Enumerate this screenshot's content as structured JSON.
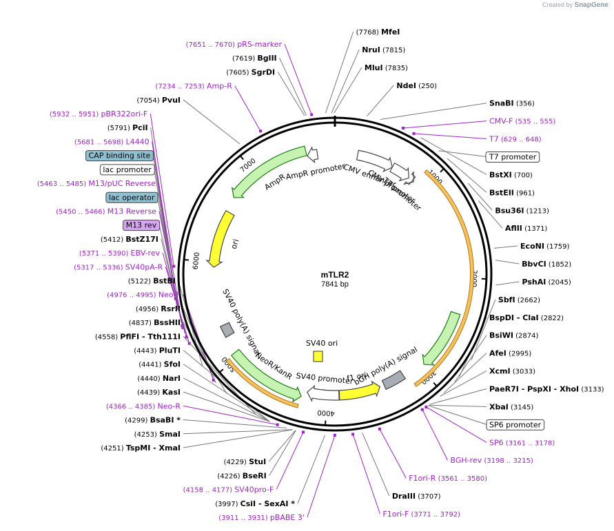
{
  "credit": {
    "prefix": "Created by",
    "brand": "SnapGene"
  },
  "plasmid": {
    "name": "mTLR2",
    "size_label": "7841 bp",
    "length": 7841
  },
  "ticks": [
    {
      "label": "1000",
      "pos": 1000
    },
    {
      "label": "2000",
      "pos": 2000
    },
    {
      "label": "3000",
      "pos": 3000
    },
    {
      "label": "4000",
      "pos": 4000
    },
    {
      "label": "5000",
      "pos": 5000
    },
    {
      "label": "6000",
      "pos": 6000
    },
    {
      "label": "7000",
      "pos": 7000
    }
  ],
  "features": [
    {
      "label": "CMV enhancer",
      "start": 235,
      "end": 614,
      "color": "#ffffff",
      "arrow": "cw"
    },
    {
      "label": "CMV promoter",
      "start": 615,
      "end": 818,
      "color": "#ffffff",
      "arrow": "cw"
    },
    {
      "label": "T7 promoter",
      "start": 863,
      "end": 881,
      "color": "#ffffff",
      "arrow": "cw"
    },
    {
      "label": "",
      "start": 900,
      "end": 3140,
      "color": "#f5c160",
      "arrow": "none"
    },
    {
      "label": "",
      "start": 2350,
      "end": 2950,
      "color": "#c6f2b2",
      "arrow": "cw"
    },
    {
      "label": "bGH poly(A) signal",
      "start": 3180,
      "end": 3400,
      "color": "#a7adb3",
      "arrow": "none"
    },
    {
      "label": "f1 ori",
      "start": 3446,
      "end": 3874,
      "color": "#ffff33",
      "arrow": "ccw"
    },
    {
      "label": "SV40 promoter",
      "start": 3879,
      "end": 4208,
      "color": "#ffffff",
      "arrow": "cw"
    },
    {
      "label": "NeoR/KanR",
      "start": 4256,
      "end": 5050,
      "color": "#c6f2b2",
      "arrow": "ccw"
    },
    {
      "label": "",
      "start": 4260,
      "end": 5040,
      "color": "#f5c160",
      "arrow": "none"
    },
    {
      "label": "SV40 poly(A) signal",
      "start": 5224,
      "end": 5345,
      "color": "#a7adb3",
      "arrow": "none"
    },
    {
      "label": "ori",
      "start": 5951,
      "end": 6540,
      "color": "#ffff33",
      "arrow": "ccw"
    },
    {
      "label": "AmpR",
      "start": 6690,
      "end": 7550,
      "color": "#c6f2b2",
      "arrow": "ccw"
    },
    {
      "label": "AmpR promoter",
      "start": 7555,
      "end": 7660,
      "color": "#ffffff",
      "arrow": "ccw"
    }
  ],
  "center_features": [
    {
      "label": "SV40 ori",
      "color": "#ffff33"
    }
  ],
  "labels_right": [
    {
      "pre": "(7768)",
      "name": "MfeI",
      "post": "",
      "pos": 7768,
      "type": "enzyme"
    },
    {
      "pre": "",
      "name": "NruI",
      "post": "(7815)",
      "pos": 7815,
      "type": "enzyme"
    },
    {
      "pre": "",
      "name": "MluI",
      "post": "(7835)",
      "pos": 7835,
      "type": "enzyme"
    },
    {
      "pre": "",
      "name": "NdeI",
      "post": "(250)",
      "pos": 250,
      "type": "enzyme"
    },
    {
      "pre": "",
      "name": "SnaBI",
      "post": "(356)",
      "pos": 356,
      "type": "enzyme"
    },
    {
      "pre": "",
      "name": "CMV-F",
      "post": "(535 .. 555)",
      "pos": 545,
      "type": "primer"
    },
    {
      "pre": "",
      "name": "T7",
      "post": "(629 .. 648)",
      "pos": 638,
      "type": "primer"
    },
    {
      "pre": "",
      "name": "T7 promoter",
      "post": "",
      "pos": 872,
      "type": "feature"
    },
    {
      "pre": "",
      "name": "BstXI",
      "post": "(700)",
      "pos": 700,
      "type": "enzyme"
    },
    {
      "pre": "",
      "name": "BstEII",
      "post": "(961)",
      "pos": 961,
      "type": "enzyme"
    },
    {
      "pre": "",
      "name": "Bsu36I",
      "post": "(1213)",
      "pos": 1213,
      "type": "enzyme"
    },
    {
      "pre": "",
      "name": "AflII",
      "post": "(1371)",
      "pos": 1371,
      "type": "enzyme"
    },
    {
      "pre": "",
      "name": "EcoNI",
      "post": "(1759)",
      "pos": 1759,
      "type": "enzyme"
    },
    {
      "pre": "",
      "name": "BbvCI",
      "post": "(1852)",
      "pos": 1852,
      "type": "enzyme"
    },
    {
      "pre": "",
      "name": "PshAI",
      "post": "(2045)",
      "pos": 2045,
      "type": "enzyme"
    },
    {
      "pre": "",
      "name": "SbfI",
      "post": "(2662)",
      "pos": 2662,
      "type": "enzyme"
    },
    {
      "pre": "",
      "name": "BspDI - ClaI",
      "post": "(2822)",
      "pos": 2822,
      "type": "enzyme"
    },
    {
      "pre": "",
      "name": "BsiWI",
      "post": "(2874)",
      "pos": 2874,
      "type": "enzyme"
    },
    {
      "pre": "",
      "name": "AfeI",
      "post": "(2995)",
      "pos": 2995,
      "type": "enzyme"
    },
    {
      "pre": "",
      "name": "XcmI",
      "post": "(3033)",
      "pos": 3033,
      "type": "enzyme"
    },
    {
      "pre": "",
      "name": "PaeR7I - PspXI - XhoI",
      "post": "(3133)",
      "pos": 3133,
      "type": "enzyme"
    },
    {
      "pre": "",
      "name": "XbaI",
      "post": "(3145)",
      "pos": 3145,
      "type": "enzyme"
    },
    {
      "pre": "",
      "name": "SP6 promoter",
      "post": "",
      "pos": 3150,
      "type": "feature"
    },
    {
      "pre": "",
      "name": "SP6",
      "post": "(3161 .. 3178)",
      "pos": 3170,
      "type": "primer"
    },
    {
      "pre": "",
      "name": "BGH-rev",
      "post": "(3198 .. 3215)",
      "pos": 3206,
      "type": "primer"
    },
    {
      "pre": "",
      "name": "F1ori-R",
      "post": "(3561 .. 3580)",
      "pos": 3570,
      "type": "primer"
    },
    {
      "pre": "",
      "name": "DraIII",
      "post": "(3707)",
      "pos": 3707,
      "type": "enzyme"
    },
    {
      "pre": "",
      "name": "F1ori-F",
      "post": "(3771 .. 3792)",
      "pos": 3781,
      "type": "primer"
    }
  ],
  "labels_left": [
    {
      "pre": "(7651 .. 7670)",
      "name": "pRS-marker",
      "post": "",
      "pos": 7660,
      "type": "primer"
    },
    {
      "pre": "(7619)",
      "name": "BglII",
      "post": "",
      "pos": 7619,
      "type": "enzyme"
    },
    {
      "pre": "(7605)",
      "name": "SgrDI",
      "post": "",
      "pos": 7605,
      "type": "enzyme"
    },
    {
      "pre": "(7234 .. 7253)",
      "name": "Amp-R",
      "post": "",
      "pos": 7243,
      "type": "primer"
    },
    {
      "pre": "(7054)",
      "name": "PvuI",
      "post": "",
      "pos": 7054,
      "type": "enzyme"
    },
    {
      "pre": "(5932 .. 5951)",
      "name": "pBR322ori-F",
      "post": "",
      "pos": 5941,
      "type": "primer"
    },
    {
      "pre": "(5791)",
      "name": "PciI",
      "post": "",
      "pos": 5791,
      "type": "enzyme"
    },
    {
      "pre": "(5681 .. 5698)",
      "name": "L4440",
      "post": "",
      "pos": 5690,
      "type": "primer"
    },
    {
      "pre": "",
      "name": "CAP binding site",
      "post": "",
      "pos": 5640,
      "type": "feature-blue"
    },
    {
      "pre": "",
      "name": "lac promoter",
      "post": "",
      "pos": 5600,
      "type": "feature"
    },
    {
      "pre": "(5463 .. 5485)",
      "name": "M13/pUC Reverse",
      "post": "",
      "pos": 5474,
      "type": "primer"
    },
    {
      "pre": "",
      "name": "lac operator",
      "post": "",
      "pos": 5500,
      "type": "feature-blue"
    },
    {
      "pre": "(5450 .. 5466)",
      "name": "M13 Reverse",
      "post": "",
      "pos": 5458,
      "type": "primer"
    },
    {
      "pre": "",
      "name": "M13 rev",
      "post": "",
      "pos": 5455,
      "type": "feature-purple"
    },
    {
      "pre": "(5412)",
      "name": "BstZ17I",
      "post": "",
      "pos": 5412,
      "type": "enzyme"
    },
    {
      "pre": "(5371 .. 5390)",
      "name": "EBV-rev",
      "post": "",
      "pos": 5380,
      "type": "primer"
    },
    {
      "pre": "(5317 .. 5336)",
      "name": "SV40pA-R",
      "post": "",
      "pos": 5326,
      "type": "primer"
    },
    {
      "pre": "(5122)",
      "name": "BstBI",
      "post": "",
      "pos": 5122,
      "type": "enzyme"
    },
    {
      "pre": "(4976 .. 4995)",
      "name": "Neo-F",
      "post": "",
      "pos": 4985,
      "type": "primer"
    },
    {
      "pre": "(4956)",
      "name": "RsrII",
      "post": "",
      "pos": 4956,
      "type": "enzyme"
    },
    {
      "pre": "(4837)",
      "name": "BssHII",
      "post": "",
      "pos": 4837,
      "type": "enzyme"
    },
    {
      "pre": "(4558)",
      "name": "PflFI - Tth111I",
      "post": "",
      "pos": 4558,
      "type": "enzyme"
    },
    {
      "pre": "(4443)",
      "name": "PluTI",
      "post": "",
      "pos": 4443,
      "type": "enzyme"
    },
    {
      "pre": "(4441)",
      "name": "SfoI",
      "post": "",
      "pos": 4441,
      "type": "enzyme"
    },
    {
      "pre": "(4440)",
      "name": "NarI",
      "post": "",
      "pos": 4440,
      "type": "enzyme"
    },
    {
      "pre": "(4439)",
      "name": "KasI",
      "post": "",
      "pos": 4439,
      "type": "enzyme"
    },
    {
      "pre": "(4366 .. 4385)",
      "name": "Neo-R",
      "post": "",
      "pos": 4375,
      "type": "primer"
    },
    {
      "pre": "(4299)",
      "name": "BsaBI *",
      "post": "",
      "pos": 4299,
      "type": "enzyme"
    },
    {
      "pre": "(4253)",
      "name": "SmaI",
      "post": "",
      "pos": 4253,
      "type": "enzyme"
    },
    {
      "pre": "(4251)",
      "name": "TspMI - XmaI",
      "post": "",
      "pos": 4251,
      "type": "enzyme"
    },
    {
      "pre": "(4229)",
      "name": "StuI",
      "post": "",
      "pos": 4229,
      "type": "enzyme"
    },
    {
      "pre": "(4226)",
      "name": "BseRI",
      "post": "",
      "pos": 4226,
      "type": "enzyme"
    },
    {
      "pre": "(4158 .. 4177)",
      "name": "SV40pro-F",
      "post": "",
      "pos": 4167,
      "type": "primer"
    },
    {
      "pre": "(3997)",
      "name": "CsiI - SexAI *",
      "post": "",
      "pos": 3997,
      "type": "enzyme"
    },
    {
      "pre": "(3911 .. 3931)",
      "name": "pBABE 3'",
      "post": "",
      "pos": 3921,
      "type": "primer"
    }
  ],
  "colors": {
    "primer": "#a020c8",
    "enzyme": "#000000",
    "ring": "#000000",
    "feature_blue": "#8fbfd0",
    "feature_purple": "#d7a6f0"
  }
}
